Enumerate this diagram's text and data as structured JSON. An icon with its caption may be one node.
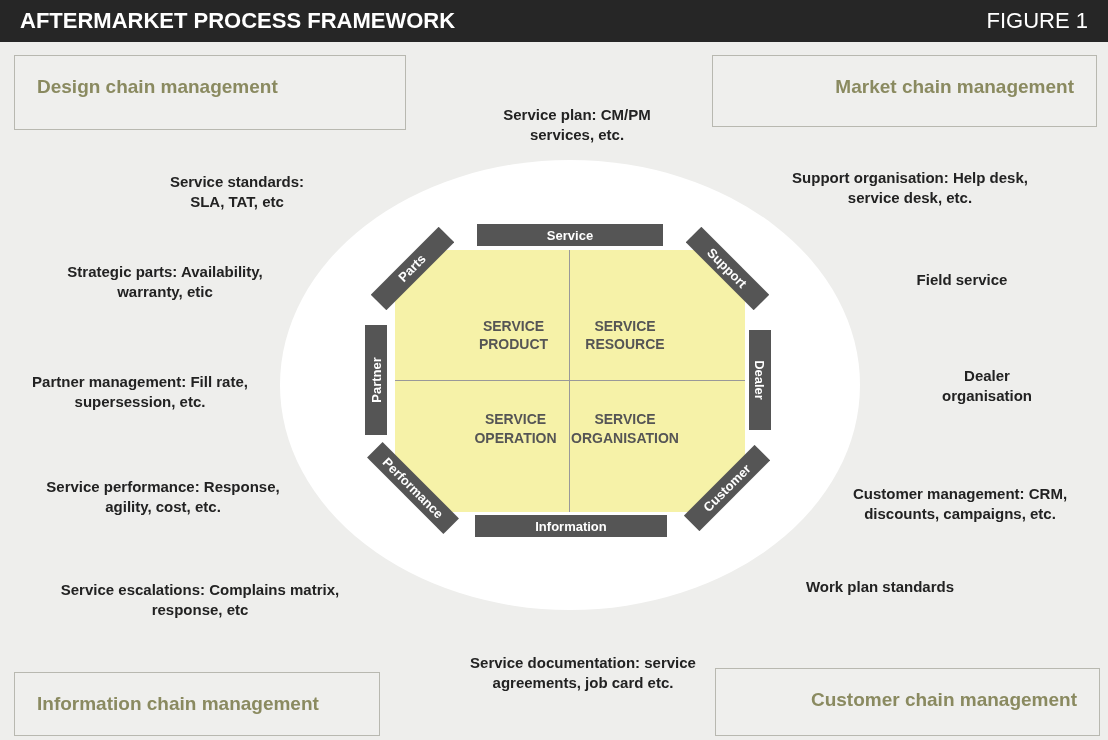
{
  "diagram": {
    "title": "AFTERMARKET PROCESS FRAMEWORK",
    "nodes": [
      {
        "text": [
          "Design chain management"
        ]
      },
      {
        "text": [
          "Market chain management"
        ]
      },
      {
        "text": [
          "Information chain management"
        ]
      },
      {
        "text": [
          "Customer chain management"
        ]
      },
      {
        "text": [
          "Service"
        ]
      },
      {
        "text": [
          "Parts"
        ]
      },
      {
        "text": [
          "Support"
        ]
      },
      {
        "text": [
          "Partner"
        ]
      },
      {
        "text": [
          "Dealer"
        ]
      },
      {
        "text": [
          "Performance"
        ]
      },
      {
        "text": [
          "Customer"
        ]
      },
      {
        "text": [
          "Information"
        ]
      },
      {
        "text": [
          "SERVICE PRODUCT"
        ]
      },
      {
        "text": [
          "SERVICE RESOURCE"
        ]
      },
      {
        "text": [
          "SERVICE OPERATION"
        ]
      },
      {
        "text": [
          "SERVICE ORGANISATION"
        ]
      }
    ],
    "labels": [
      "FIGURE 1",
      "Service plan: CM/PM services, etc.",
      "Service standards: SLA, TAT, etc",
      "Support organisation: Help desk, service desk, etc.",
      "Strategic parts: Availability, warranty, etic",
      "Field service",
      "Partner management: Fill rate, supersession, etc.",
      "Dealer organisation",
      "Service performance: Response, agility, cost, etc.",
      "Customer management: CRM, discounts, campaigns, etc.",
      "Service escalations: Complains matrix, response, etc",
      "Work plan standards",
      "Service documentation: service agreements, job card etc."
    ]
  }
}
